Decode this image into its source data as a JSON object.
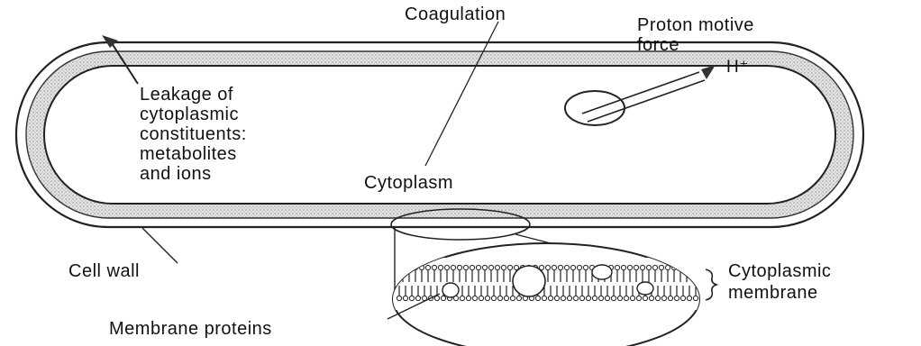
{
  "labels": {
    "coagulation": "Coagulation",
    "proton_motive_force": [
      "Proton motive",
      "force"
    ],
    "h_plus": "H⁺",
    "leakage": [
      "Leakage of",
      "cytoplasmic",
      "constituents:",
      "metabolites",
      "and ions"
    ],
    "cytoplasm": "Cytoplasm",
    "cell_wall": "Cell wall",
    "cytoplasmic_membrane": [
      "Cytoplasmic",
      "membrane"
    ],
    "membrane_proteins": "Membrane proteins"
  }
}
